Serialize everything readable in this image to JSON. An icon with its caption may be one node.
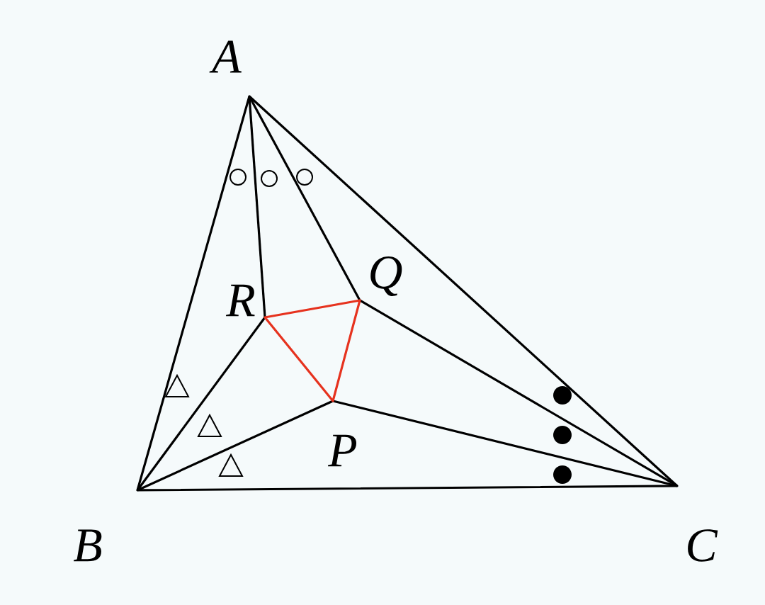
{
  "diagram": {
    "labels": [
      "A",
      "R",
      "Q",
      "P",
      "B",
      "C"
    ]
  }
}
